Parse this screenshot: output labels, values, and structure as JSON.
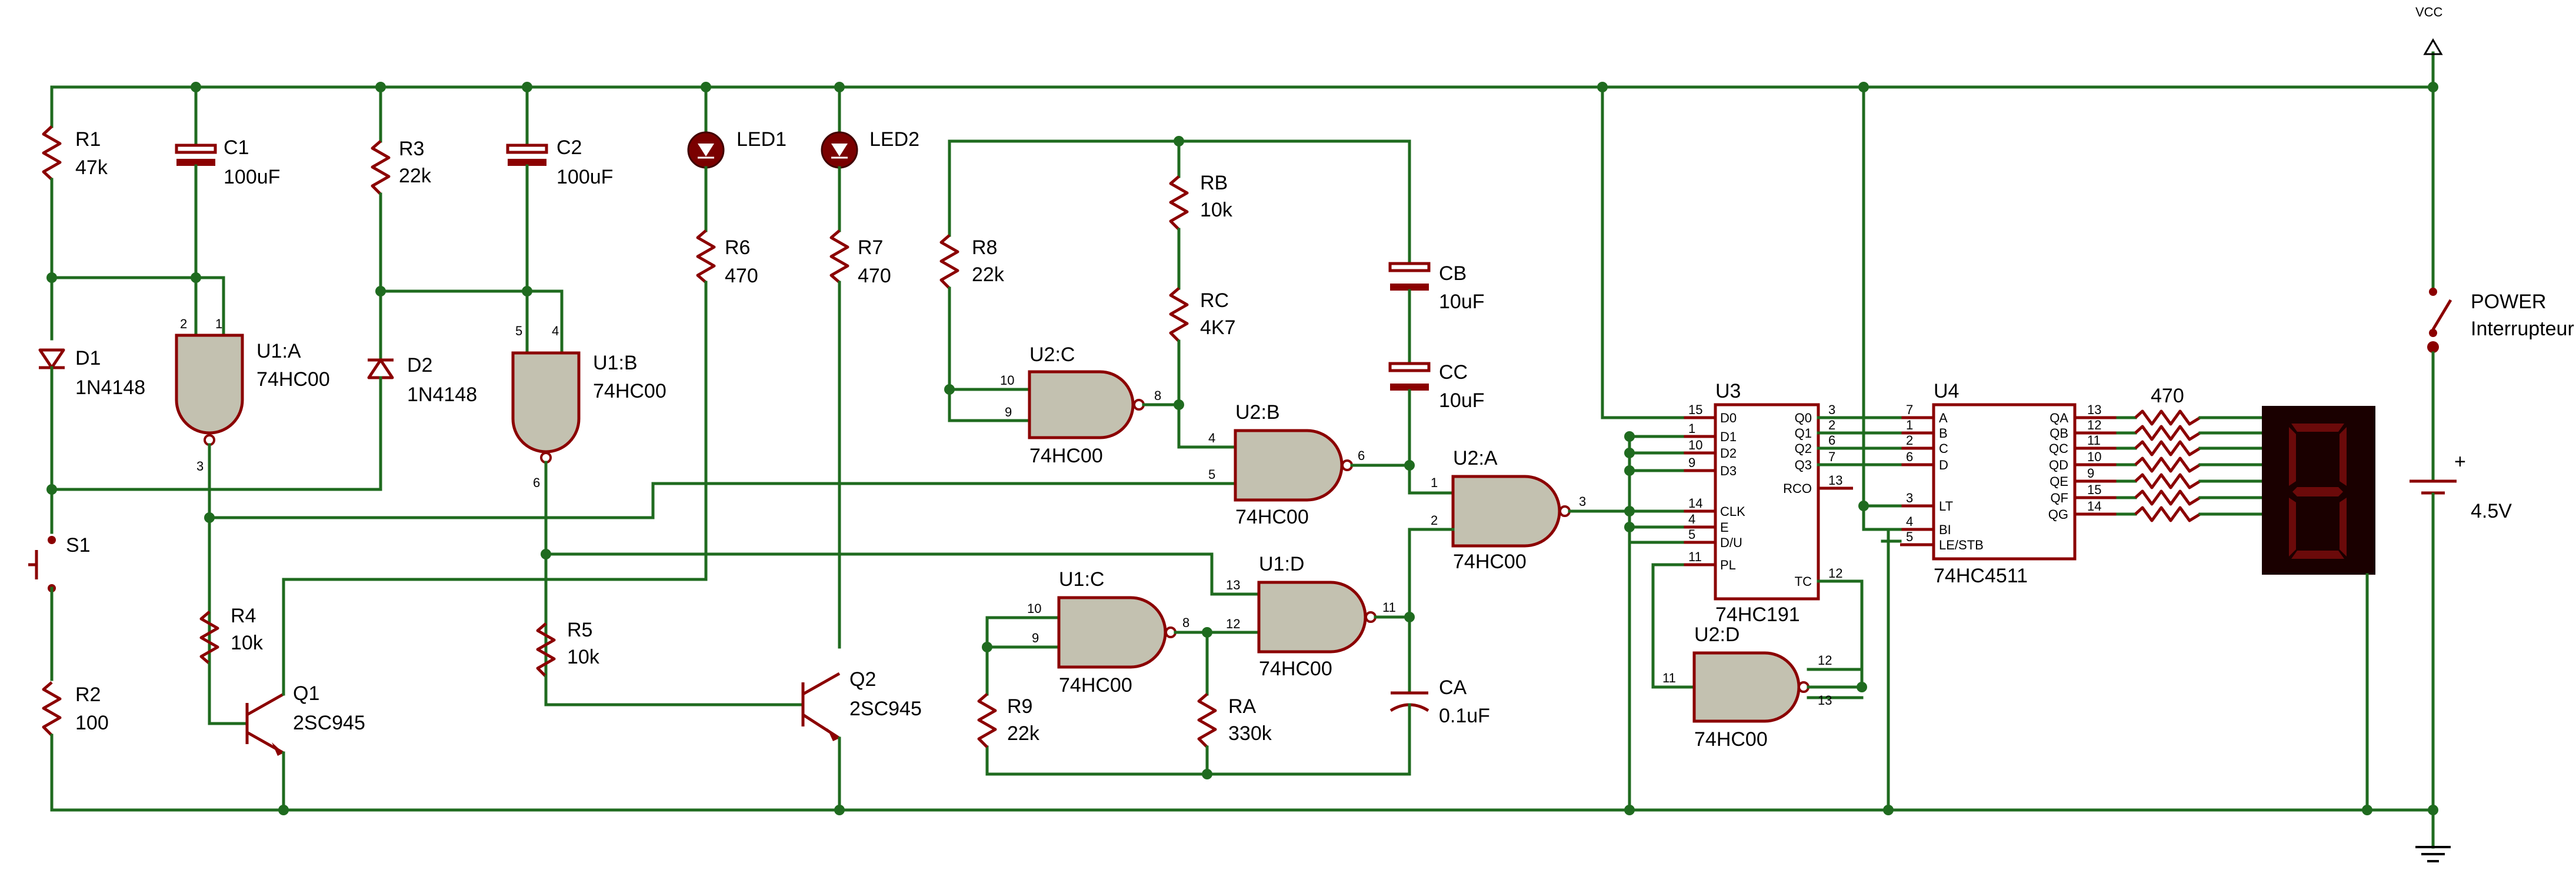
{
  "power": {
    "vcc": "VCC",
    "switch_ref": "POWER",
    "switch_val": "Interrupteur",
    "battery_val": "4.5V",
    "plus": "+"
  },
  "resistors": {
    "r1": [
      "R1",
      "47k"
    ],
    "r2": [
      "R2",
      "100"
    ],
    "r3": [
      "R3",
      "22k"
    ],
    "r4": [
      "R4",
      "10k"
    ],
    "r5": [
      "R5",
      "10k"
    ],
    "r6": [
      "R6",
      "470"
    ],
    "r7": [
      "R7",
      "470"
    ],
    "r8": [
      "R8",
      "22k"
    ],
    "r9": [
      "R9",
      "22k"
    ],
    "rb": [
      "RB",
      "10k"
    ],
    "rc": [
      "RC",
      "4K7"
    ],
    "ra": [
      "RA",
      "330k"
    ],
    "rarray": "470"
  },
  "capacitors": {
    "c1": [
      "C1",
      "100uF"
    ],
    "c2": [
      "C2",
      "100uF"
    ],
    "cb": [
      "CB",
      "10uF"
    ],
    "cc": [
      "CC",
      "10uF"
    ],
    "ca": [
      "CA",
      "0.1uF"
    ]
  },
  "diodes": {
    "d1": [
      "D1",
      "1N4148"
    ],
    "d2": [
      "D2",
      "1N4148"
    ],
    "led1": "LED1",
    "led2": "LED2"
  },
  "switches": {
    "s1": "S1"
  },
  "transistors": {
    "q1": [
      "Q1",
      "2SC945"
    ],
    "q2": [
      "Q2",
      "2SC945"
    ]
  },
  "gates": {
    "u1a": [
      "U1:A",
      "74HC00"
    ],
    "u1b": [
      "U1:B",
      "74HC00"
    ],
    "u1c": [
      "U1:C",
      "74HC00"
    ],
    "u1d": [
      "U1:D",
      "74HC00"
    ],
    "u2a": [
      "U2:A",
      "74HC00"
    ],
    "u2b": [
      "U2:B",
      "74HC00"
    ],
    "u2c": [
      "U2:C",
      "74HC00"
    ],
    "u2d": [
      "U2:D",
      "74HC00"
    ]
  },
  "gate_pins": {
    "u1a": [
      "2",
      "1",
      "3"
    ],
    "u1b": [
      "5",
      "4",
      "6"
    ],
    "u2c": [
      "10",
      "9",
      "8"
    ],
    "u2b": [
      "4",
      "5",
      "6"
    ],
    "u2a": [
      "1",
      "2",
      "3"
    ],
    "u1c": [
      "10",
      "9",
      "8"
    ],
    "u1d": [
      "13",
      "12",
      "11"
    ],
    "u2d": [
      "11",
      "12",
      "13"
    ]
  },
  "u3": {
    "ref": "U3",
    "val": "74HC191",
    "left": [
      [
        "15",
        "D0"
      ],
      [
        "1",
        "D1"
      ],
      [
        "10",
        "D2"
      ],
      [
        "9",
        "D3"
      ],
      [
        "14",
        "CLK"
      ],
      [
        "4",
        "E"
      ],
      [
        "5",
        "D/U"
      ],
      [
        "11",
        "PL"
      ]
    ],
    "right": [
      [
        "3",
        "Q0"
      ],
      [
        "2",
        "Q1"
      ],
      [
        "6",
        "Q2"
      ],
      [
        "7",
        "Q3"
      ],
      [
        "13",
        "RCO"
      ],
      [
        "12",
        "TC"
      ]
    ]
  },
  "u4": {
    "ref": "U4",
    "val": "74HC4511",
    "left": [
      [
        "7",
        "A"
      ],
      [
        "1",
        "B"
      ],
      [
        "2",
        "C"
      ],
      [
        "6",
        "D"
      ],
      [
        "3",
        "LT"
      ],
      [
        "4",
        "BI"
      ],
      [
        "5",
        "LE/STB"
      ]
    ],
    "right": [
      [
        "13",
        "QA"
      ],
      [
        "12",
        "QB"
      ],
      [
        "11",
        "QC"
      ],
      [
        "10",
        "QD"
      ],
      [
        "9",
        "QE"
      ],
      [
        "15",
        "QF"
      ],
      [
        "14",
        "QG"
      ]
    ]
  },
  "display": {
    "digit": "8"
  }
}
